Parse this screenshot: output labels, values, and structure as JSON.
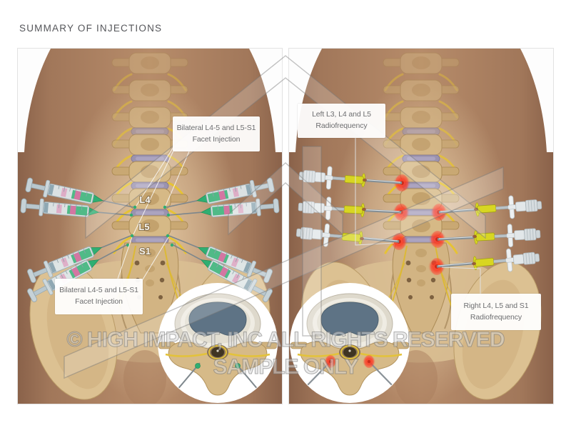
{
  "page": {
    "title": "SUMMARY OF INJECTIONS"
  },
  "watermark": {
    "line1": "© HIGH IMPACT, INC ALL RIGHTS RESERVED",
    "line2": "SAMPLE ONLY"
  },
  "panels": {
    "left": {
      "name": "bilateral-facet-injection-illustration",
      "top_label": {
        "line1": "Bilateral L4-5 and L5-S1",
        "line2": "Facet Injection"
      },
      "bottom_label": {
        "line1": "Bilateral L4-5 and L5-S1",
        "line2": "Facet Injection"
      },
      "vertebra_labels": {
        "l4": "L4",
        "l5": "L5",
        "s1": "S1"
      }
    },
    "right": {
      "name": "bilateral-radiofrequency-illustration",
      "top_label": {
        "line1": "Left L3, L4 and L5",
        "line2": "Radiofrequency"
      },
      "bottom_label": {
        "line1": "Right L4, L5 and S1",
        "line2": "Radiofrequency"
      }
    }
  },
  "colors": {
    "skin": "#b18565",
    "bone": "#d6b986",
    "disc": "#9b93af",
    "nerve": "#e6c334",
    "syringe_green": "#2fae72",
    "rf_yellow": "#d8d622",
    "glow_red": "#ff3b28",
    "callout_text": "#6d6e70",
    "title_text": "#55565a"
  }
}
